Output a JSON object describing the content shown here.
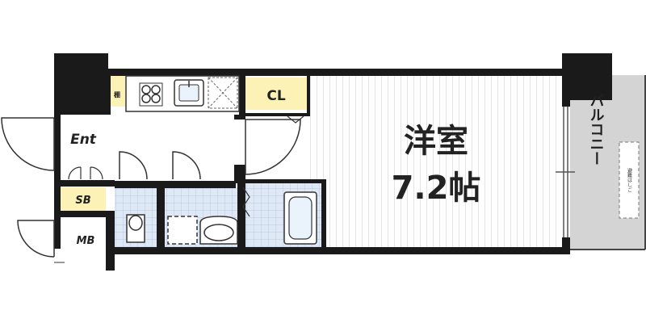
{
  "rooms": {
    "main_room_name": "洋室",
    "main_room_size": "7.2帖",
    "closet": "CL",
    "entrance": "Ent",
    "shoe_box": "SB",
    "meter_box": "MB",
    "balcony": "バルコニー",
    "shelf": "棚",
    "hatch_note": "避難はしご"
  },
  "colors": {
    "wall": "#1a1a1a",
    "closet_fill": "#fdf2b6",
    "tile_fill": "#dfe8f5",
    "balcony_fill": "#d4d4d4",
    "floor_hatch": "#c8c8c8"
  }
}
